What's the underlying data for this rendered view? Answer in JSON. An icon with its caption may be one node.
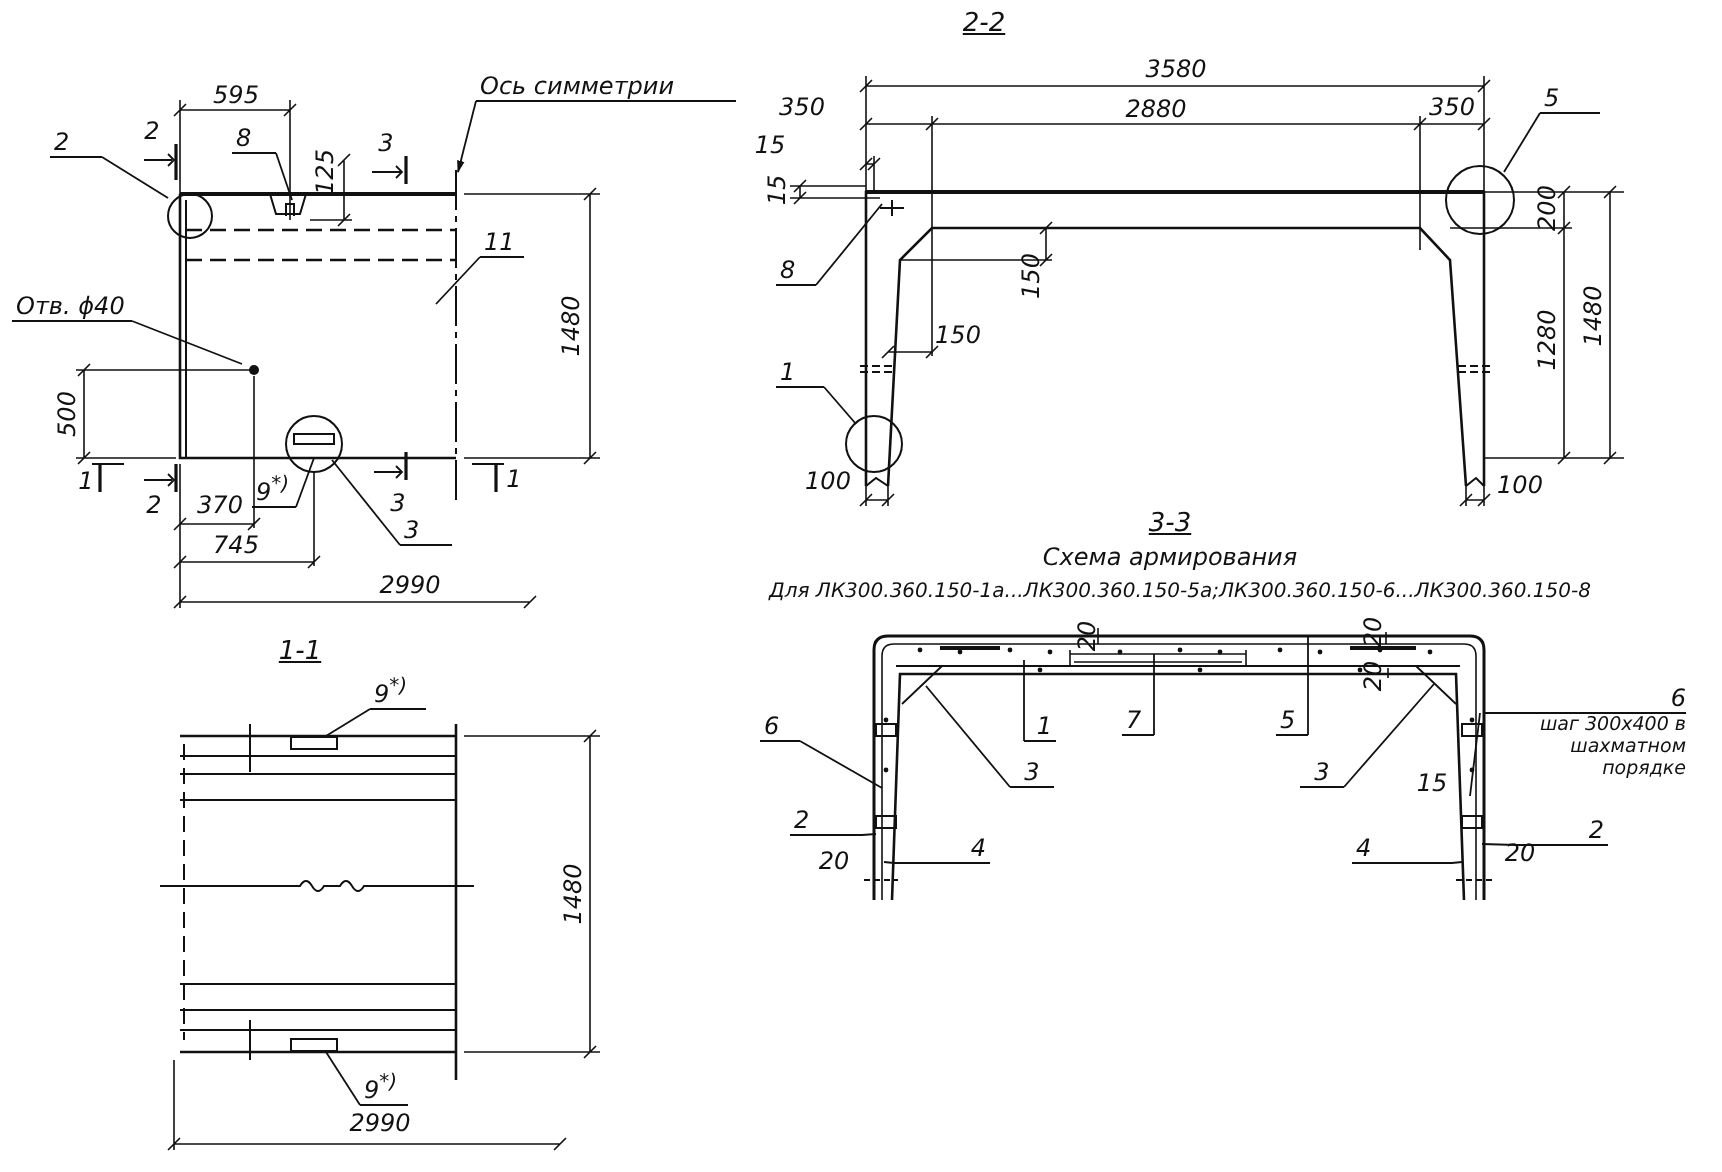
{
  "diagram": {
    "nodes": [
      {
        "text": [
          "2"
        ]
      },
      {
        "text": [
          "8"
        ]
      },
      {
        "text": [
          "Ось симметрии"
        ]
      },
      {
        "text": [
          "11"
        ]
      },
      {
        "text": [
          "Отв. ϕ40"
        ]
      },
      {
        "text": [
          "9$^{*)}$"
        ]
      },
      {
        "text": [
          "3"
        ]
      },
      {
        "text": [
          "5"
        ]
      },
      {
        "text": [
          "8"
        ]
      },
      {
        "text": [
          "1"
        ]
      },
      {
        "text": [
          "1"
        ]
      },
      {
        "text": [
          "7"
        ]
      },
      {
        "text": [
          "5"
        ]
      },
      {
        "text": [
          "3"
        ]
      },
      {
        "text": [
          "3"
        ]
      },
      {
        "text": [
          "6"
        ]
      },
      {
        "text": [
          "2"
        ]
      },
      {
        "text": [
          "4"
        ]
      },
      {
        "text": [
          "6",
          "шаг 300х400 в шахматном порядке"
        ]
      },
      {
        "text": [
          "4"
        ]
      },
      {
        "text": [
          "2"
        ]
      },
      {
        "text": [
          "9$^{*)}$"
        ]
      },
      {
        "text": [
          "9$^{*)}$"
        ]
      },
      {
        "text": [],
        "shape": "box"
      },
      {
        "text": [],
        "shape": "box"
      }
    ],
    "edges": [
      {
        "from": 0,
        "to": null,
        "arrow": "none"
      },
      {
        "from": 1,
        "to": null,
        "arrow": "none"
      },
      {
        "from": 2,
        "to": null,
        "arrow": "to"
      },
      {
        "from": 3,
        "to": null,
        "arrow": "none"
      },
      {
        "from": 4,
        "to": null,
        "arrow": "none"
      },
      {
        "from": 5,
        "to": null,
        "arrow": "none"
      },
      {
        "from": 6,
        "to": null,
        "arrow": "none"
      },
      {
        "from": 7,
        "to": null,
        "arrow": "none"
      },
      {
        "from": 8,
        "to": null,
        "arrow": "none"
      },
      {
        "from": 9,
        "to": null,
        "arrow": "none"
      },
      {
        "from": 10,
        "to": null,
        "arrow": "none"
      },
      {
        "from": 11,
        "to": null,
        "arrow": "none"
      },
      {
        "from": 12,
        "to": null,
        "arrow": "none"
      },
      {
        "from": 13,
        "to": null,
        "arrow": "none"
      },
      {
        "from": 14,
        "to": null,
        "arrow": "none"
      },
      {
        "from": 15,
        "to": null,
        "arrow": "none"
      },
      {
        "from": 16,
        "to": null,
        "arrow": "none"
      },
      {
        "from": 17,
        "to": null,
        "arrow": "none"
      },
      {
        "from": 18,
        "to": null,
        "arrow": "none"
      },
      {
        "from": 19,
        "to": null,
        "arrow": "none"
      },
      {
        "from": 20,
        "to": null,
        "arrow": "none"
      },
      {
        "from": 21,
        "to": 23,
        "arrow": "none"
      },
      {
        "from": 22,
        "to": 24,
        "arrow": "none"
      }
    ],
    "labels": [
      "595",
      "2",
      "125",
      "3",
      "1480",
      "500",
      "1",
      "2",
      "370",
      "3",
      "1",
      "745",
      "2990",
      "2-2",
      "3580",
      "350",
      "2880",
      "350",
      "15",
      "15",
      "200",
      "150",
      "150",
      "1280",
      "1480",
      "100",
      "100",
      "3-3",
      "Схема армирования",
      "Для ЛК300.360.150-1а...ЛК300.360.150-5а;ЛК300.360.150-6...ЛК300.360.150-8",
      "20",
      "20",
      "20",
      "15",
      "20",
      "20",
      "1-1",
      "1480",
      "2990"
    ]
  }
}
